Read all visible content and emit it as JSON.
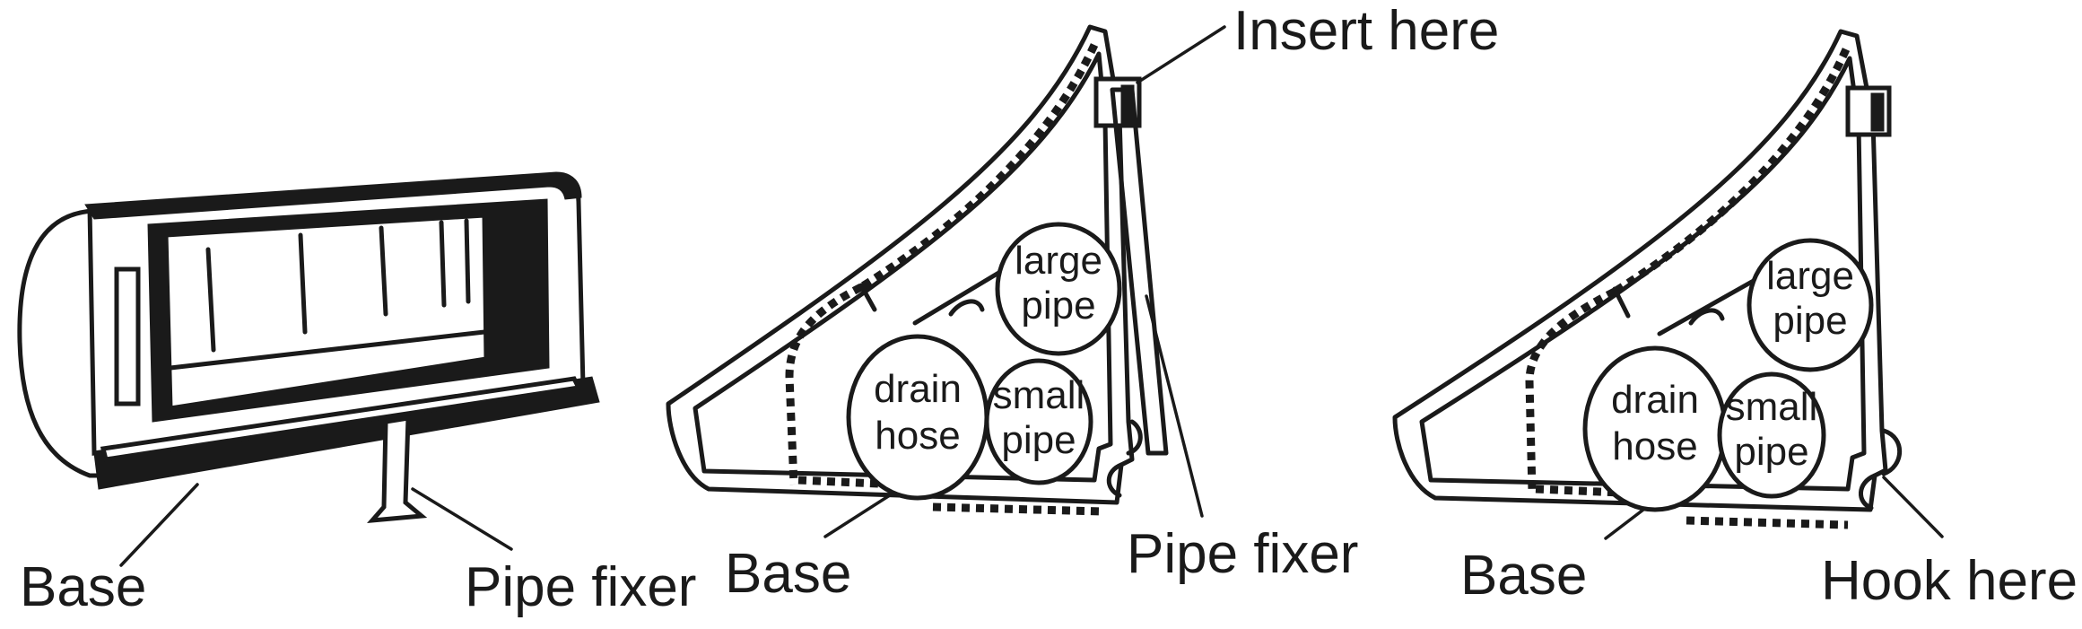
{
  "labels": {
    "fig1_base": "Base",
    "fig1_pipe_fixer": "Pipe fixer",
    "fig2_insert_here": "Insert here",
    "fig2_base": "Base",
    "fig2_pipe_fixer": "Pipe fixer",
    "fig3_base": "Base",
    "fig3_hook_here": "Hook here"
  },
  "pipes": {
    "large_1": "large",
    "large_2": "pipe",
    "drain_1": "drain",
    "drain_2": "hose",
    "small_1": "small",
    "small_2": "pipe"
  }
}
